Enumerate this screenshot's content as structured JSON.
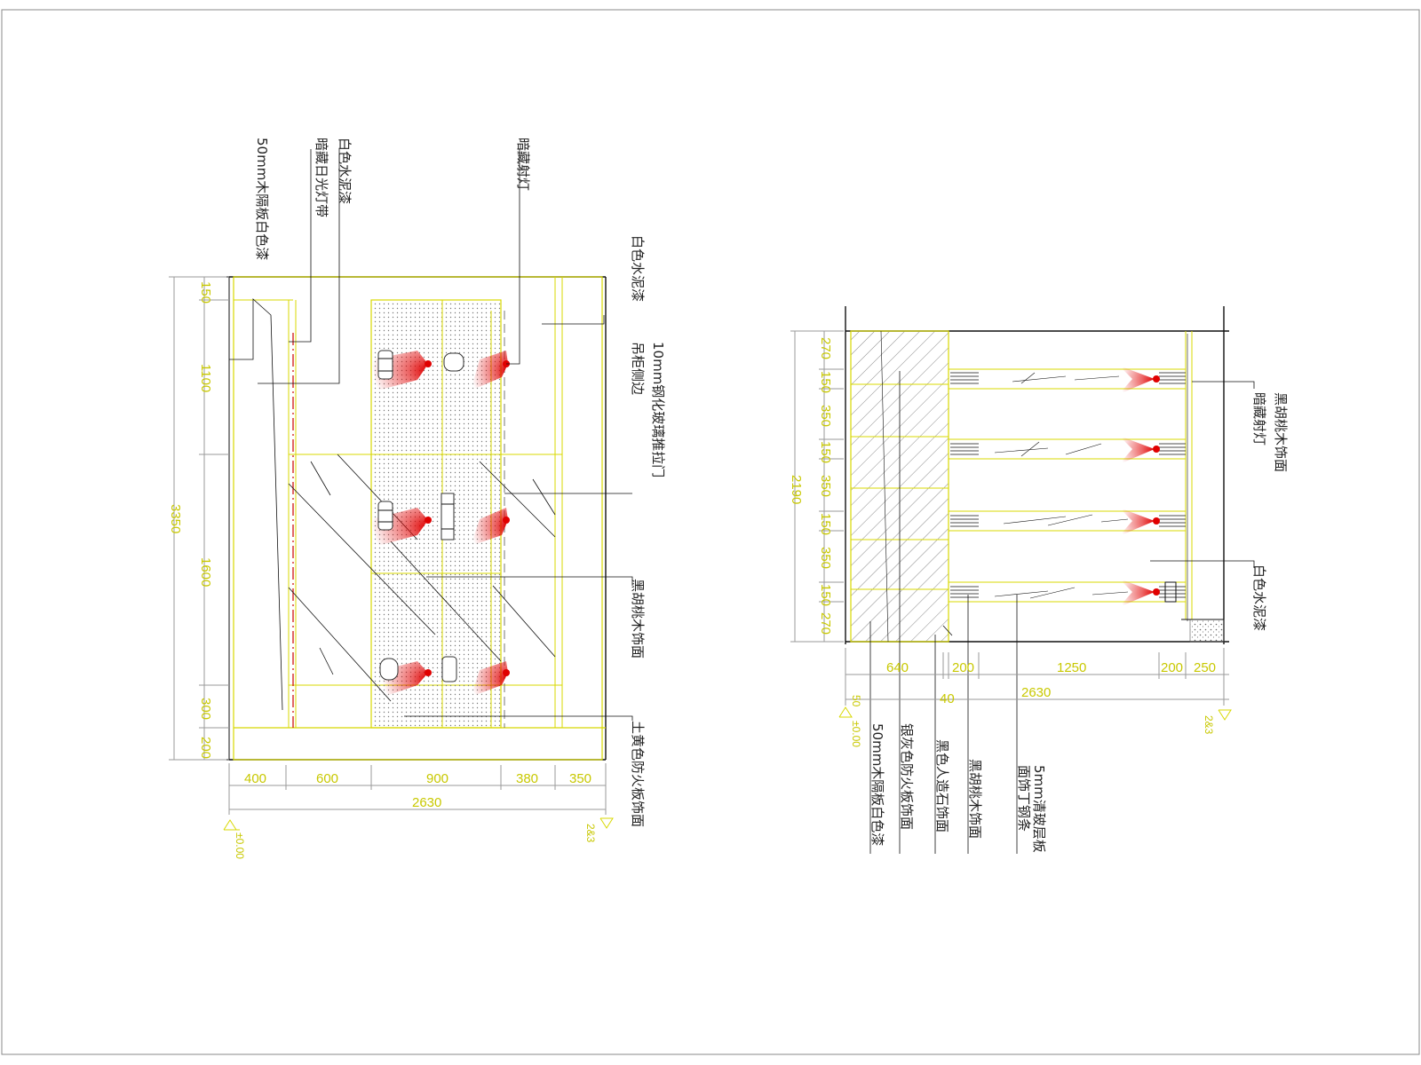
{
  "left_elevation": {
    "labels": {
      "l1": "50mm木隔板白色漆",
      "l2": "暗藏日光灯带",
      "l3": "白色水泥漆",
      "l4": "暗藏射灯",
      "l5": "白色水泥漆",
      "l6": "吊柜侧边",
      "l7": "10mm钢化玻璃推拉门",
      "l8": "黑胡桃木饰面",
      "l9": "土黄色防火板饰面"
    },
    "dims_v": [
      "150",
      "1100",
      "1600",
      "300",
      "200"
    ],
    "dims_v_total": "3350",
    "dims_h": [
      "400",
      "600",
      "900",
      "380",
      "350"
    ],
    "dims_h_total": "2630",
    "mark_level": "±0.00",
    "mark_ref": "2&3"
  },
  "right_section": {
    "labels": {
      "r1": "黑胡桃木饰面",
      "r2": "暗藏射灯",
      "r3": "白色水泥漆",
      "b1": "50mm木隔板白色漆",
      "b2": "银灰色防火板饰面",
      "b3": "黑色人造石饰面",
      "b4": "黑胡桃木饰面",
      "b5": "5mm清玻层板",
      "b6": "面饰丁钢条"
    },
    "dims_v": [
      "270",
      "150",
      "350",
      "150",
      "350",
      "150",
      "350",
      "150",
      "270"
    ],
    "dims_v_total": "2190",
    "dims_h": [
      "640",
      "200",
      "1250",
      "200",
      "250"
    ],
    "dim_small": "40",
    "dims_h_total": "2630",
    "mark_level": "±0.00",
    "mark_side": "50",
    "mark_ref": "2&3"
  }
}
